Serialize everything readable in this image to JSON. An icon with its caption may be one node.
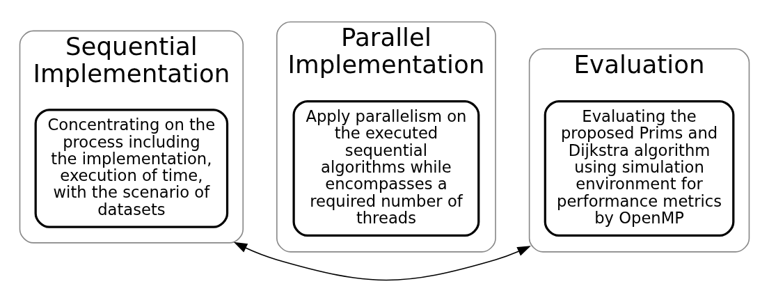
{
  "diagram": {
    "nodes": [
      {
        "text": [
          "Sequential Implementation"
        ]
      },
      {
        "text": [
          "Concentrating on the process including the implementation, execution of time, with the scenario of datasets"
        ],
        "in": 0
      },
      {
        "text": [
          "Parallel Implementation"
        ]
      },
      {
        "text": [
          "Apply parallelism on the executed sequential algorithms while encompasses a required number of threads"
        ],
        "in": 2
      },
      {
        "text": [
          "Evaluation"
        ]
      },
      {
        "text": [
          "Evaluating the proposed Prims and Dijkstra algorithm using simulation environment for performance metrics by OpenMP"
        ],
        "in": 4
      }
    ],
    "edges": [
      {
        "from": 0,
        "to": 4,
        "arrow": "both"
      }
    ]
  }
}
